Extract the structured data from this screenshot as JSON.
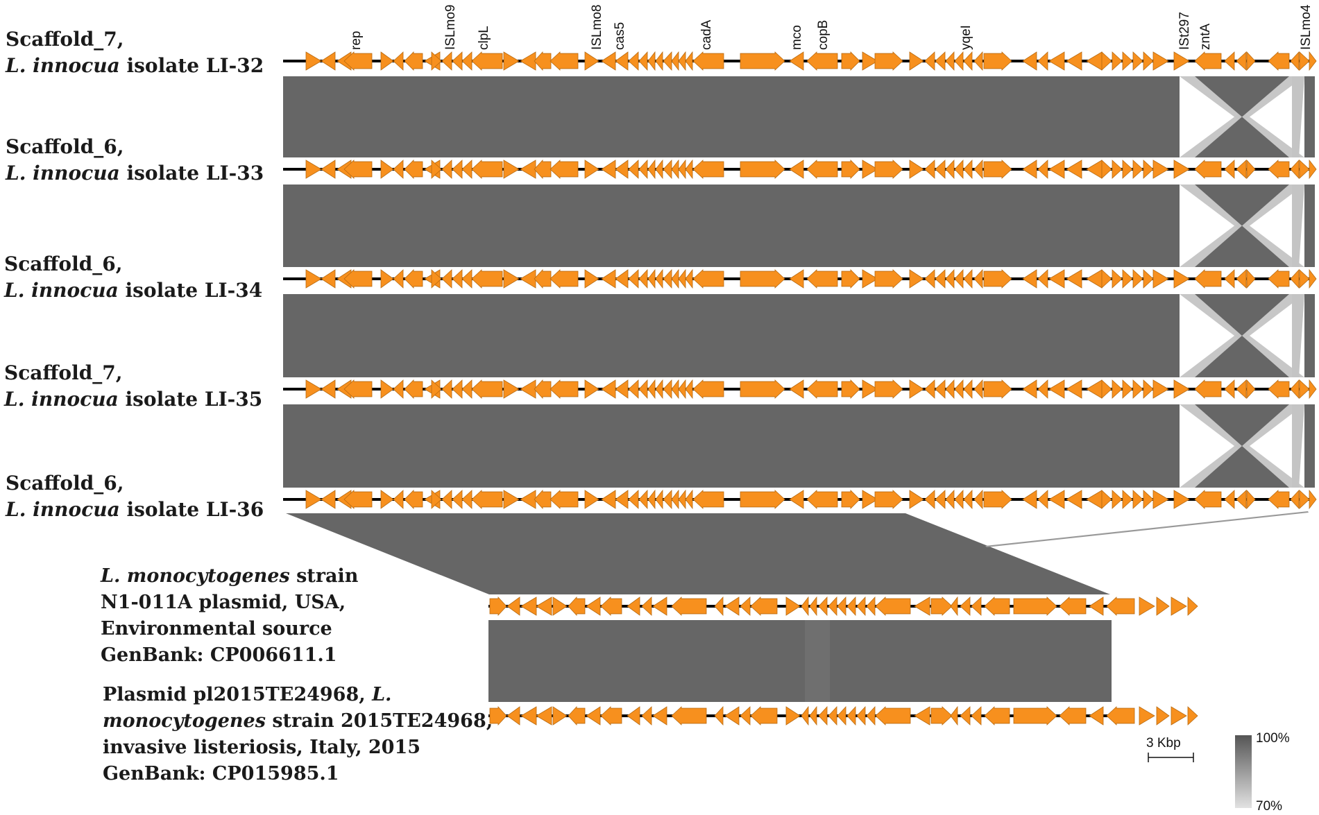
{
  "tracks": [
    {
      "scaffold": "Scaffold_7,",
      "species": "L. innocua",
      "isolate": "isolate LI-32"
    },
    {
      "scaffold": "Scaffold_6,",
      "species": "L. innocua",
      "isolate": "isolate LI-33"
    },
    {
      "scaffold": "Scaffold_6,",
      "species": "L. innocua",
      "isolate": "isolate LI-34"
    },
    {
      "scaffold": "Scaffold_7,",
      "species": "L. innocua",
      "isolate": "isolate LI-35"
    },
    {
      "scaffold": "Scaffold_6,",
      "species": "L. innocua",
      "isolate": "isolate LI-36"
    }
  ],
  "gene_labels": [
    "rep",
    "ISLmo9",
    "clpL",
    "ISLmo8",
    "cas5",
    "cadA",
    "mco",
    "copB",
    "yqeI",
    "ISt297",
    "zntA",
    "ISLmo4"
  ],
  "reference1": {
    "species": "L. monocytogenes",
    "line1_rest": "strain",
    "line2": "N1-011A plasmid, USA,",
    "line3": "Environmental source",
    "line4": "GenBank: CP006611.1"
  },
  "reference2": {
    "line1_pre": "Plasmid pl2015TE24968,",
    "line1_species": "L.",
    "line2_species": "monocytogenes",
    "line2_rest": "strain 2015TE24968,",
    "line3": "invasive listeriosis, Italy, 2015",
    "line4": "GenBank: CP015985.1"
  },
  "scale_bar": {
    "label": "3 Kbp"
  },
  "identity_legend": {
    "max_label": "100%",
    "min_label": "70%"
  },
  "colors": {
    "gene": "#f7901e",
    "gene_stroke": "#b86a10",
    "backbone": "#000000",
    "homology_dark": "#666666",
    "homology_light": "#c4c4c4"
  }
}
